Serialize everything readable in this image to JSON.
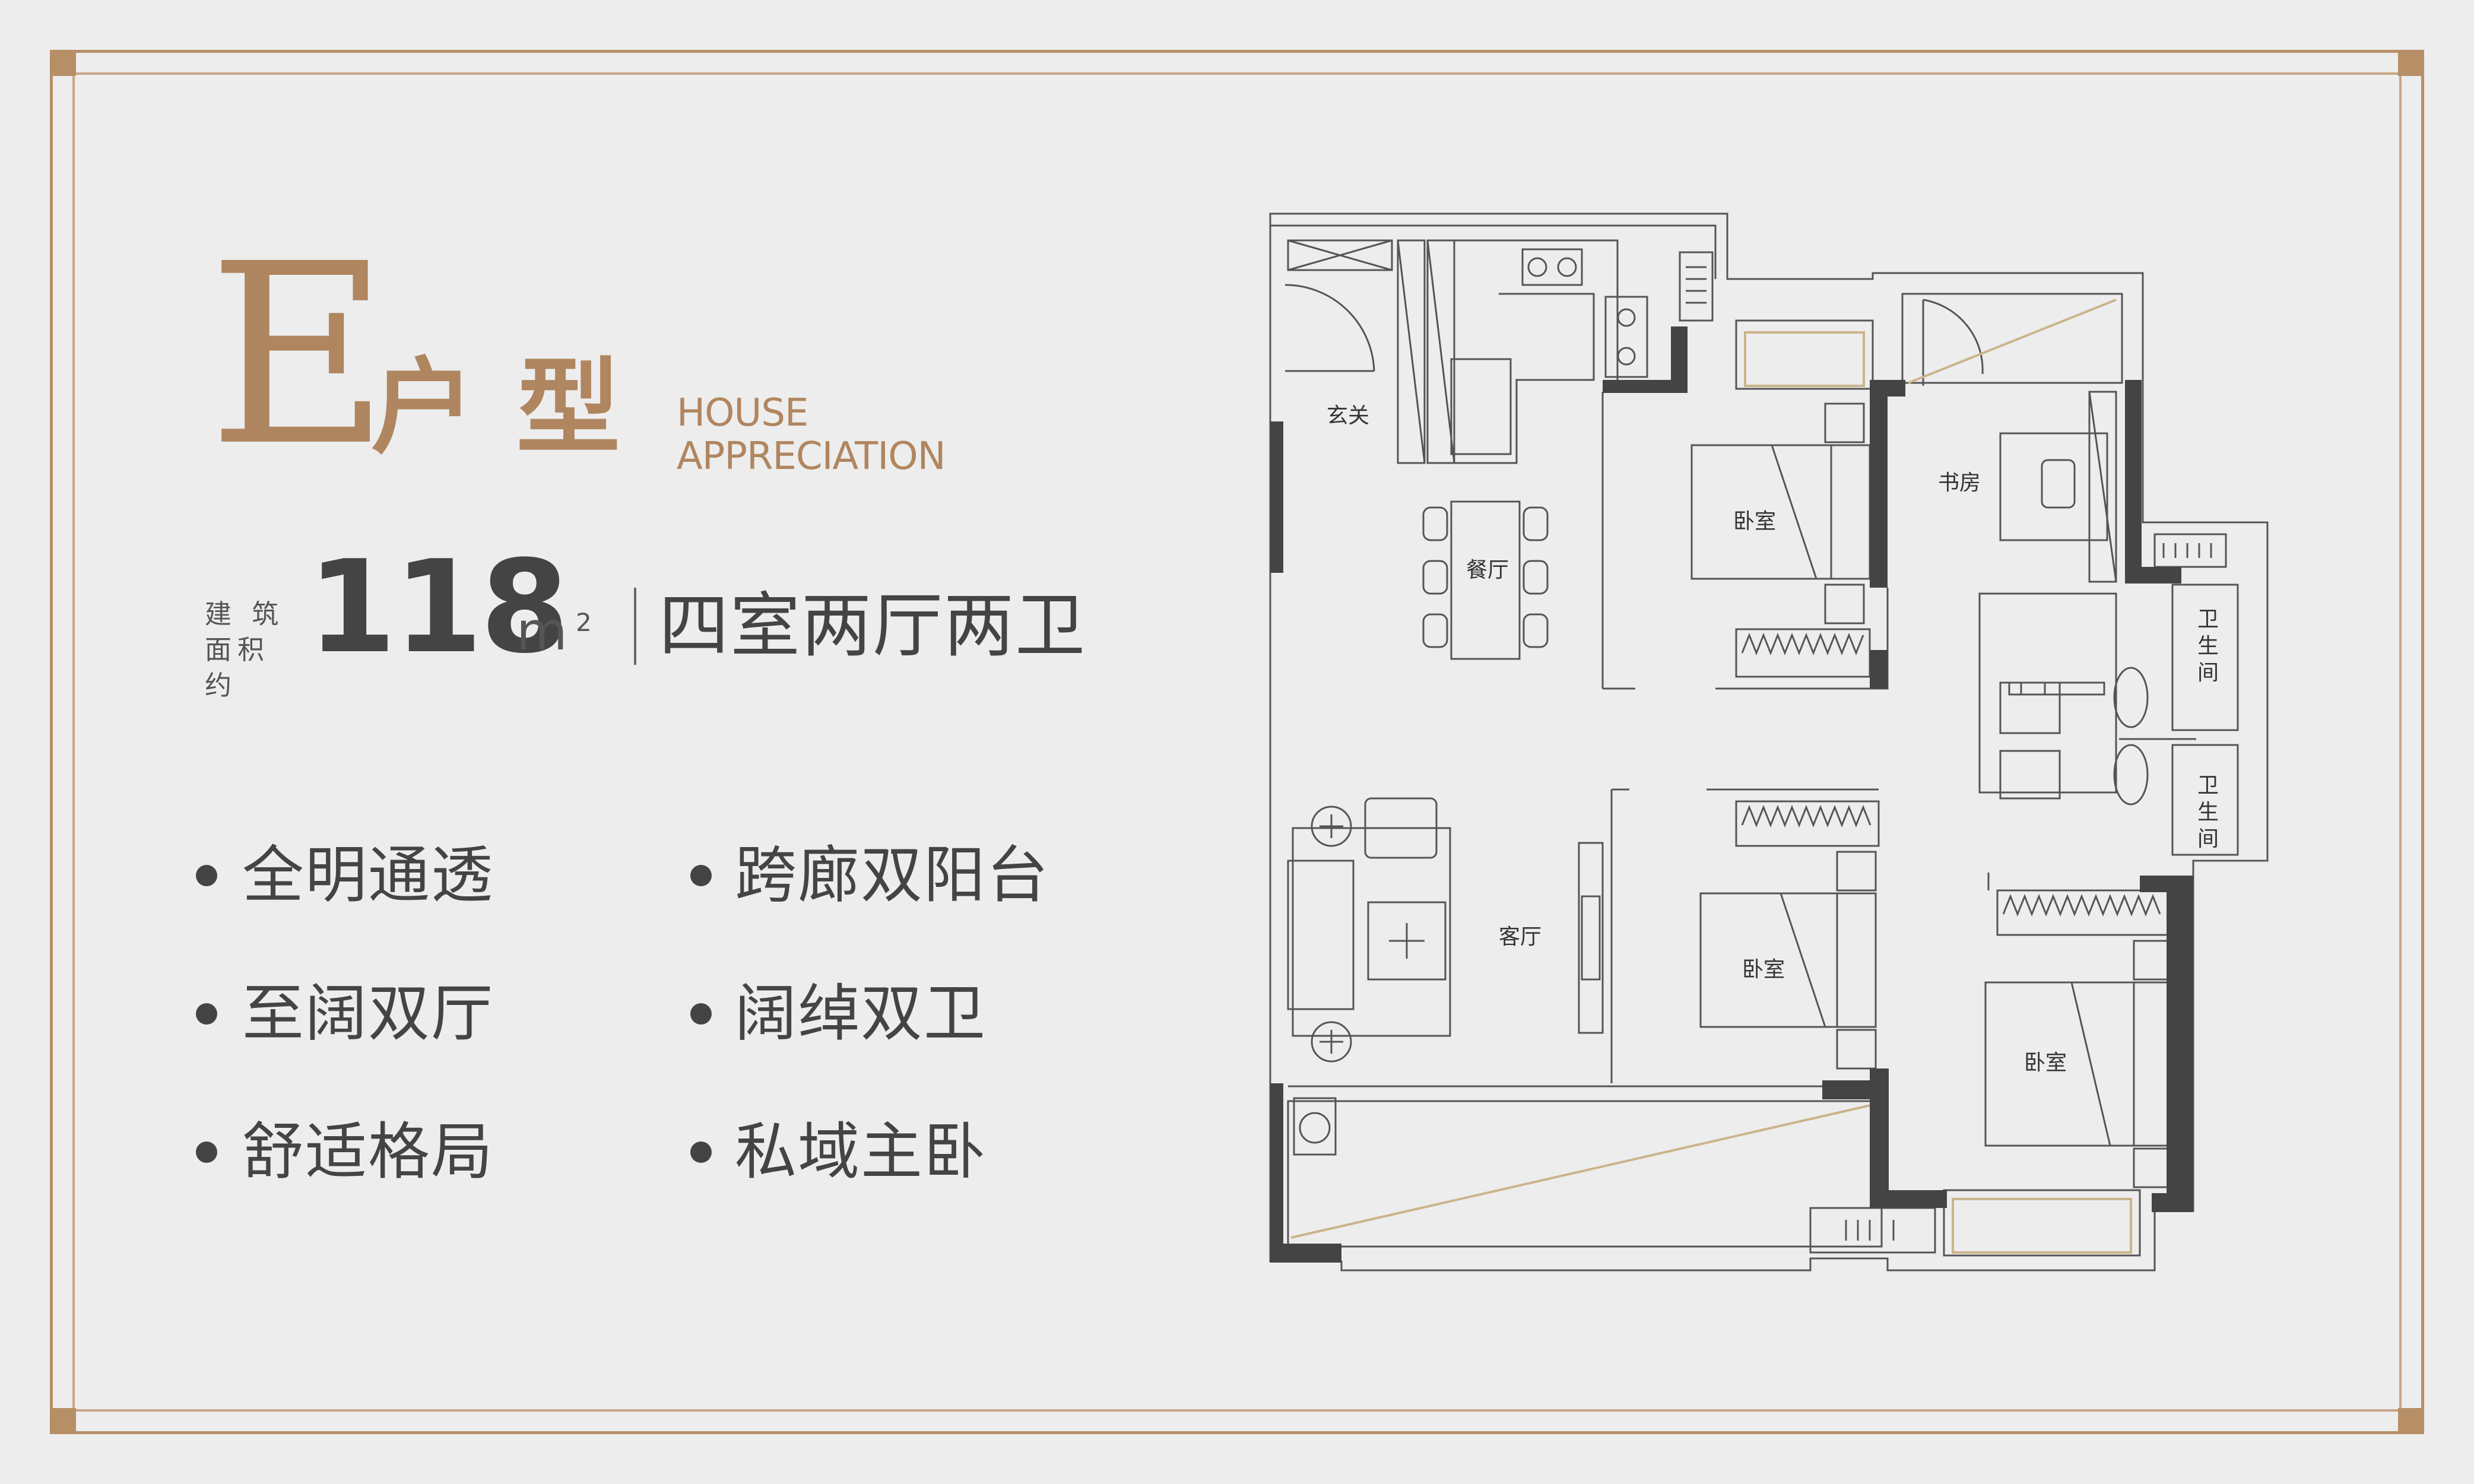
{
  "title": {
    "letter": "E",
    "cn": "户型",
    "en_line1": "HOUSE",
    "en_line2": "APPRECIATION"
  },
  "area": {
    "label_line1": "建 筑",
    "label_line2": "面积约",
    "value": "118",
    "unit": "m",
    "unit_sup": "2",
    "layout": "四室两厅两卫"
  },
  "features": [
    "全明通透",
    "跨廊双阳台",
    "至阔双厅",
    "阔绰双卫",
    "舒适格局",
    "私域主卧"
  ],
  "rooms": {
    "entrance": "玄关",
    "dining": "餐厅",
    "living": "客厅",
    "study": "书房",
    "bedroom": "卧室",
    "bathroom_chars": [
      "卫",
      "生",
      "间"
    ]
  },
  "colors": {
    "accent": "#b08660",
    "frame": "#b78f67",
    "text": "#444444",
    "background": "#ededed",
    "wall": "#444444"
  }
}
